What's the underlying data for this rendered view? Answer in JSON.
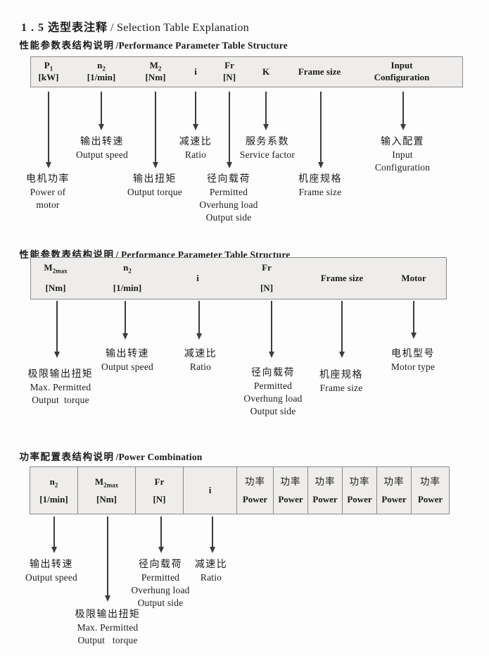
{
  "colors": {
    "page_bg": "#fdfdfd",
    "text": "#1b1b1b",
    "table_bg": "#eeedeb",
    "table_border": "#8a8a8a",
    "arrow": "#3c3c3c"
  },
  "title": {
    "zh": "1 . 5 选型表注释",
    "en": "/ Selection Table Explanation"
  },
  "section1": {
    "heading": {
      "zh": "性能参数表结构说明",
      "en": "/Performance Parameter Table Structure"
    },
    "table": {
      "c1": {
        "l1": "P",
        "sub": "1",
        "l2": "[kW]"
      },
      "c2": {
        "l1": "n",
        "sub": "2",
        "l2": "[1/min]"
      },
      "c3": {
        "l1": "M",
        "sub": "2",
        "l2": "[Nm]"
      },
      "c4": {
        "l1": "i"
      },
      "c5": {
        "l1": "Fr",
        "l2": "[N]"
      },
      "c6": {
        "l1": "K"
      },
      "c7": {
        "l1": "Frame size"
      },
      "c8": {
        "l1": "Input",
        "l2": "Configuration"
      }
    },
    "callouts": {
      "power_of_motor": {
        "cn": "电机功率",
        "en1": "Power of",
        "en2": "motor"
      },
      "output_speed": {
        "cn": "输出转速",
        "en1": "Output speed"
      },
      "output_torque": {
        "cn": "输出扭矩",
        "en1": "Output torque"
      },
      "ratio": {
        "cn": "减速比",
        "en1": "Ratio"
      },
      "overhung_load": {
        "cn": "径向载荷",
        "en1": "Permitted",
        "en2": "Overhung load",
        "en3": "Output side"
      },
      "service_factor": {
        "cn": "服务系数",
        "en1": "Service factor"
      },
      "frame_size": {
        "cn": "机座规格",
        "en1": "Frame size"
      },
      "input_configuration": {
        "cn": "输入配置",
        "en1": "Input",
        "en2": "Configuration"
      }
    }
  },
  "section2": {
    "heading": {
      "zh": "性能参数表结构说明",
      "en": "/ Performance Parameter Table Structure"
    },
    "table": {
      "c1": {
        "l1": "M",
        "sub": "2max",
        "l2": "[Nm]"
      },
      "c2": {
        "l1": "n",
        "sub": "2",
        "l2": "[1/min]"
      },
      "c3": {
        "l1": "i"
      },
      "c4": {
        "l1": "Fr",
        "l2": "[N]"
      },
      "c5": {
        "l1": "Frame size"
      },
      "c6": {
        "l1": "Motor"
      }
    },
    "callouts": {
      "max_output_torque": {
        "cn": "极限输出扭矩",
        "en1": "Max. Permitted",
        "en2": "Output  torque"
      },
      "output_speed": {
        "cn": "输出转速",
        "en1": "Output speed"
      },
      "ratio": {
        "cn": "减速比",
        "en1": "Ratio"
      },
      "overhung_load": {
        "cn": "径向载荷",
        "en1": "Permitted",
        "en2": "Overhung load",
        "en3": "Output side"
      },
      "frame_size": {
        "cn": "机座规格",
        "en1": "Frame size"
      },
      "motor_type": {
        "cn": "电机型号",
        "en1": "Motor type"
      }
    }
  },
  "section3": {
    "heading": {
      "zh": "功率配置表结构说明",
      "en": "/Power Combination"
    },
    "table": {
      "c1": {
        "l1": "n",
        "sub": "2",
        "l2": "[1/min]"
      },
      "c2": {
        "l1": "M",
        "sub": "2max",
        "l2": "[Nm]"
      },
      "c3": {
        "l1": "Fr",
        "l2": "[N]"
      },
      "c4": {
        "l1": "i"
      },
      "power": {
        "cn": "功率",
        "en": "Power"
      }
    },
    "callouts": {
      "output_speed": {
        "cn": "输出转速",
        "en1": "Output speed"
      },
      "max_output_torque": {
        "cn": "极限输出扭矩",
        "en1": "Max. Permitted",
        "en2": "Output   torque"
      },
      "overhung_load": {
        "cn": "径向载荷",
        "en1": "Permitted",
        "en2": "Overhung load",
        "en3": "Output side"
      },
      "ratio": {
        "cn": "减速比",
        "en1": "Ratio"
      }
    }
  }
}
